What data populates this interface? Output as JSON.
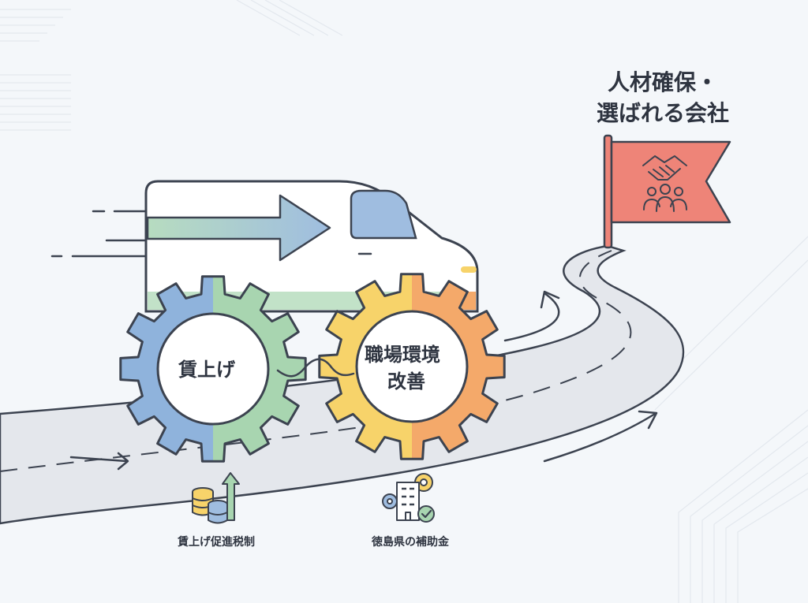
{
  "goal": {
    "line1": "人材確保・",
    "line2": "選ばれる会社",
    "flag_icon": "handshake-team-icon"
  },
  "gears": {
    "left": {
      "label": "賃上げ"
    },
    "right": {
      "line1": "職場環境",
      "line2": "改善"
    }
  },
  "supports": [
    {
      "label": "賃上げ促進税制",
      "icon": "coins-growth-icon"
    },
    {
      "label": "徳島県の補助金",
      "icon": "building-gear-check-icon"
    }
  ],
  "colors": {
    "blue": "#8fb3dc",
    "green": "#a8d5b0",
    "yellow": "#f7d36a",
    "orange": "#f4a96a",
    "flag": "#ee8478",
    "outline": "#3c4350",
    "road": "#e4e7ec"
  }
}
